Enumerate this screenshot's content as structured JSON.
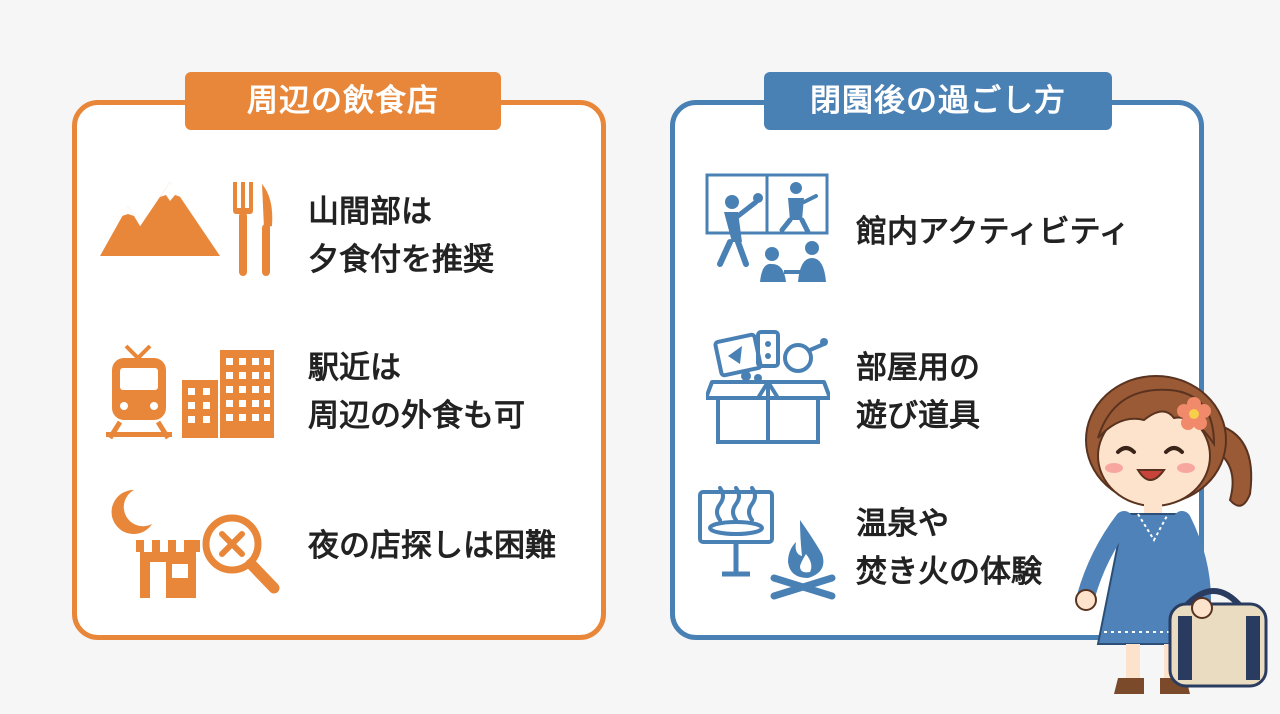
{
  "left_panel": {
    "title": "周辺の飲食店",
    "accent": "#e8873a",
    "items": [
      {
        "icon": "mountain-cutlery-icon",
        "lines": [
          "山間部は",
          "夕食付を推奨"
        ]
      },
      {
        "icon": "train-building-icon",
        "lines": [
          "駅近は",
          "周辺の外食も可"
        ]
      },
      {
        "icon": "moon-shop-search-icon",
        "lines": [
          "夜の店探しは困難"
        ]
      }
    ]
  },
  "right_panel": {
    "title": "閉園後の過ごし方",
    "accent": "#4a81b4",
    "items": [
      {
        "icon": "indoor-activity-icon",
        "lines": [
          "館内アクティビティ"
        ]
      },
      {
        "icon": "toy-box-icon",
        "lines": [
          "部屋用の",
          "遊び道具"
        ]
      },
      {
        "icon": "hot-spring-campfire-icon",
        "lines": [
          "温泉や",
          "焚き火の体験"
        ]
      }
    ]
  },
  "mascot": {
    "icon": "girl-with-bag-illustration"
  }
}
